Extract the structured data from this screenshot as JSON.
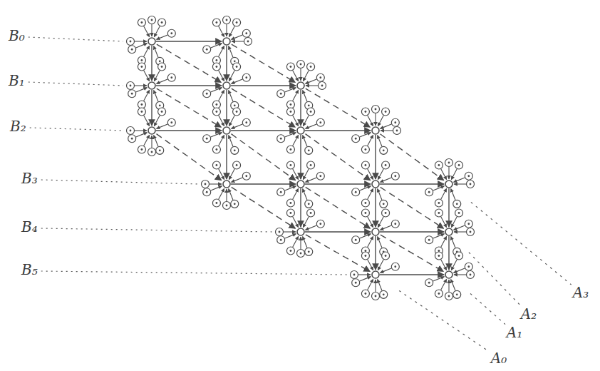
{
  "diagram": {
    "labels": [
      "B₀",
      "B₁",
      "B₂",
      "B₃",
      "B₄",
      "B₅",
      "A₃",
      "A₂",
      "A₁",
      "A₀"
    ]
  }
}
